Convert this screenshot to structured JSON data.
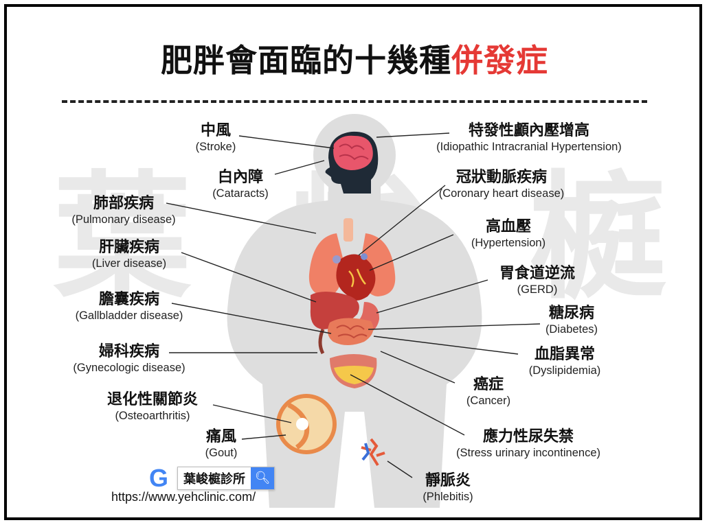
{
  "title": {
    "main": "肥胖會面臨的十幾種",
    "highlight": "併發症"
  },
  "watermark": [
    "葉",
    "峻",
    "榳"
  ],
  "labels": {
    "stroke": {
      "zh": "中風",
      "en": "(Stroke)"
    },
    "iih": {
      "zh": "特發性顱內壓增高",
      "en": "(Idiopathic Intracranial Hypertension)"
    },
    "cataracts": {
      "zh": "白內障",
      "en": "(Cataracts)"
    },
    "chd": {
      "zh": "冠狀動脈疾病",
      "en": "(Coronary heart disease)"
    },
    "pulmonary": {
      "zh": "肺部疾病",
      "en": "(Pulmonary disease)"
    },
    "hypertension": {
      "zh": "高血壓",
      "en": "(Hypertension)"
    },
    "liver": {
      "zh": "肝臟疾病",
      "en": "(Liver disease)"
    },
    "gerd": {
      "zh": "胃食道逆流",
      "en": "(GERD)"
    },
    "gallbladder": {
      "zh": "膽囊疾病",
      "en": "(Gallbladder disease)"
    },
    "diabetes": {
      "zh": "糖尿病",
      "en": "(Diabetes)"
    },
    "dyslipidemia": {
      "zh": "血脂異常",
      "en": "(Dyslipidemia)"
    },
    "gynecologic": {
      "zh": "婦科疾病",
      "en": "(Gynecologic disease)"
    },
    "cancer": {
      "zh": "癌症",
      "en": "(Cancer)"
    },
    "osteoarthritis": {
      "zh": "退化性關節炎",
      "en": "(Osteoarthritis)"
    },
    "stress_incont": {
      "zh": "應力性尿失禁",
      "en": "(Stress urinary incontinence)"
    },
    "gout": {
      "zh": "痛風",
      "en": "(Gout)"
    },
    "phlebitis": {
      "zh": "靜脈炎",
      "en": "(Phlebitis)"
    }
  },
  "logo": {
    "icon": "G",
    "query": "葉峻榳診所",
    "search_icon": "search-icon"
  },
  "url": "https://www.yehclinic.com/",
  "colors": {
    "title": "#111111",
    "highlight": "#e53935",
    "body": "#e2e2e2",
    "organ": "#e05a55",
    "heart": "#b3261e"
  }
}
